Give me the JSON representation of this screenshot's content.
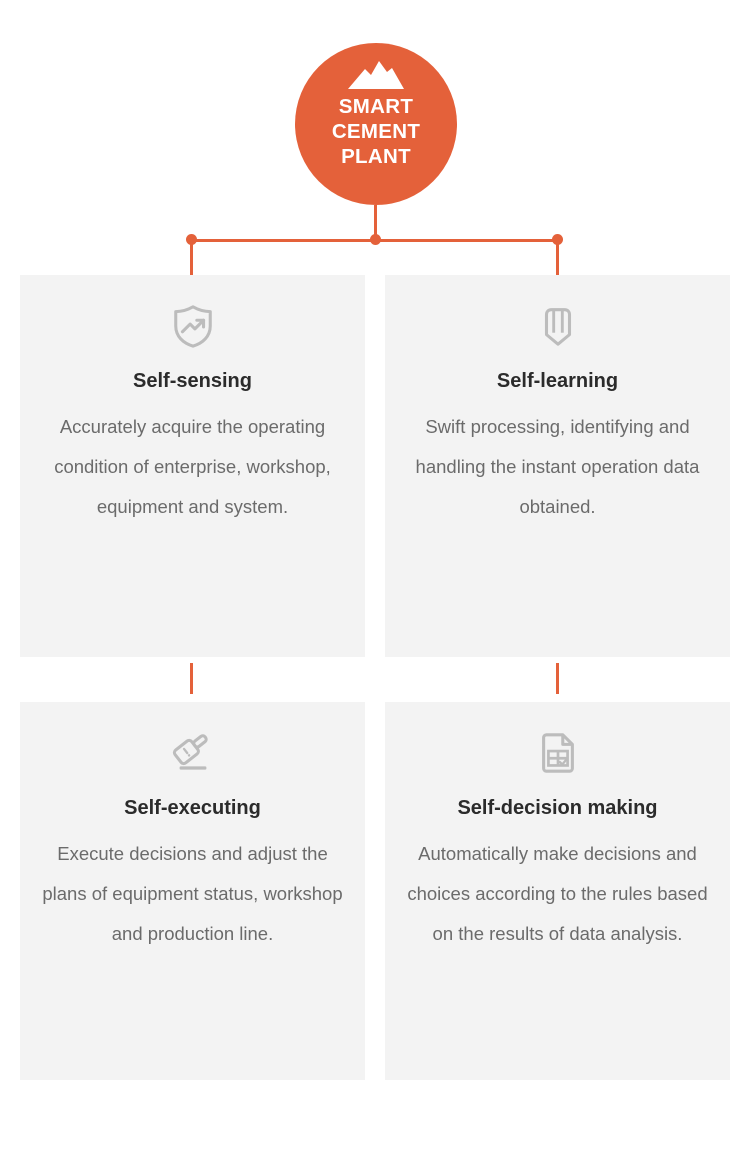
{
  "hub": {
    "title": "SMART\nCEMENT\nPLANT",
    "icon": "mountain-cement-pile-icon",
    "color": "#e4613a"
  },
  "theme": {
    "accent": "#e4613a",
    "card_bg": "#f3f3f3",
    "title_color": "#2b2b2b",
    "body_color": "#6b6b6b",
    "icon_color": "#b9b9b9",
    "page_bg": "#ffffff"
  },
  "connectors": {
    "dot_count": 3,
    "color": "#e4613a"
  },
  "cards": [
    {
      "id": "self-sensing",
      "icon": "shield-trending-up-icon",
      "title": "Self-sensing",
      "description": "Accurately acquire the operating condition of enterprise, workshop, equipment and system."
    },
    {
      "id": "self-learning",
      "icon": "pencil-book-icon",
      "title": "Self-learning",
      "description": "Swift processing, identifying and handling the instant operation data obtained."
    },
    {
      "id": "self-executing",
      "icon": "gavel-icon",
      "title": "Self-executing",
      "description": "Execute decisions and adjust the plans of equipment status, workshop and production line."
    },
    {
      "id": "self-decision-making",
      "icon": "document-table-check-icon",
      "title": "Self-decision making",
      "description": "Automatically make decisions and choices according to the rules based on the results of data analysis."
    }
  ]
}
